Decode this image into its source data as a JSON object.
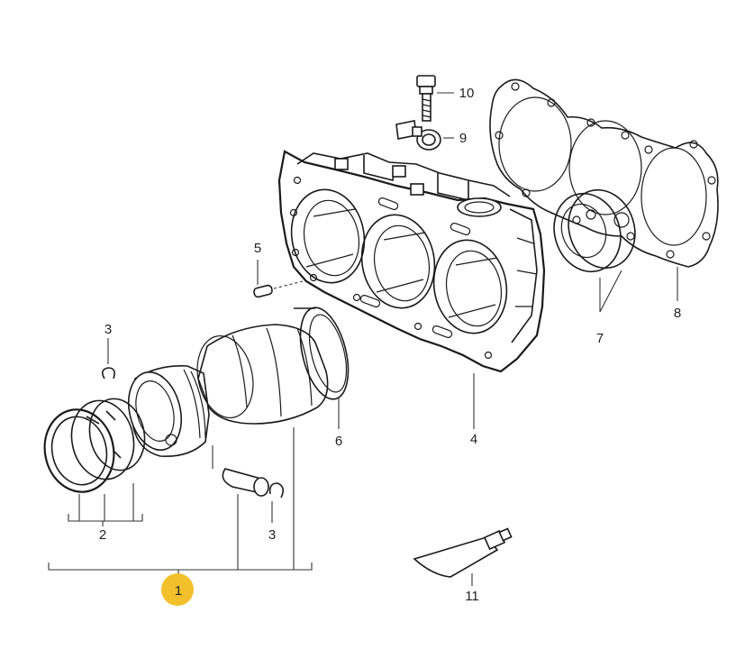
{
  "diagram": {
    "title": "",
    "colors": {
      "line": "#1a1a1a",
      "highlight": "#f2c02a",
      "background": "#ffffff"
    },
    "parts": {
      "p1": "1",
      "p2": "2",
      "p3a": "3",
      "p3b": "3",
      "p4": "4",
      "p5": "5",
      "p6": "6",
      "p7": "7",
      "p8": "8",
      "p9": "9",
      "p10": "10",
      "p11": "11"
    },
    "highlighted_part": "1"
  }
}
